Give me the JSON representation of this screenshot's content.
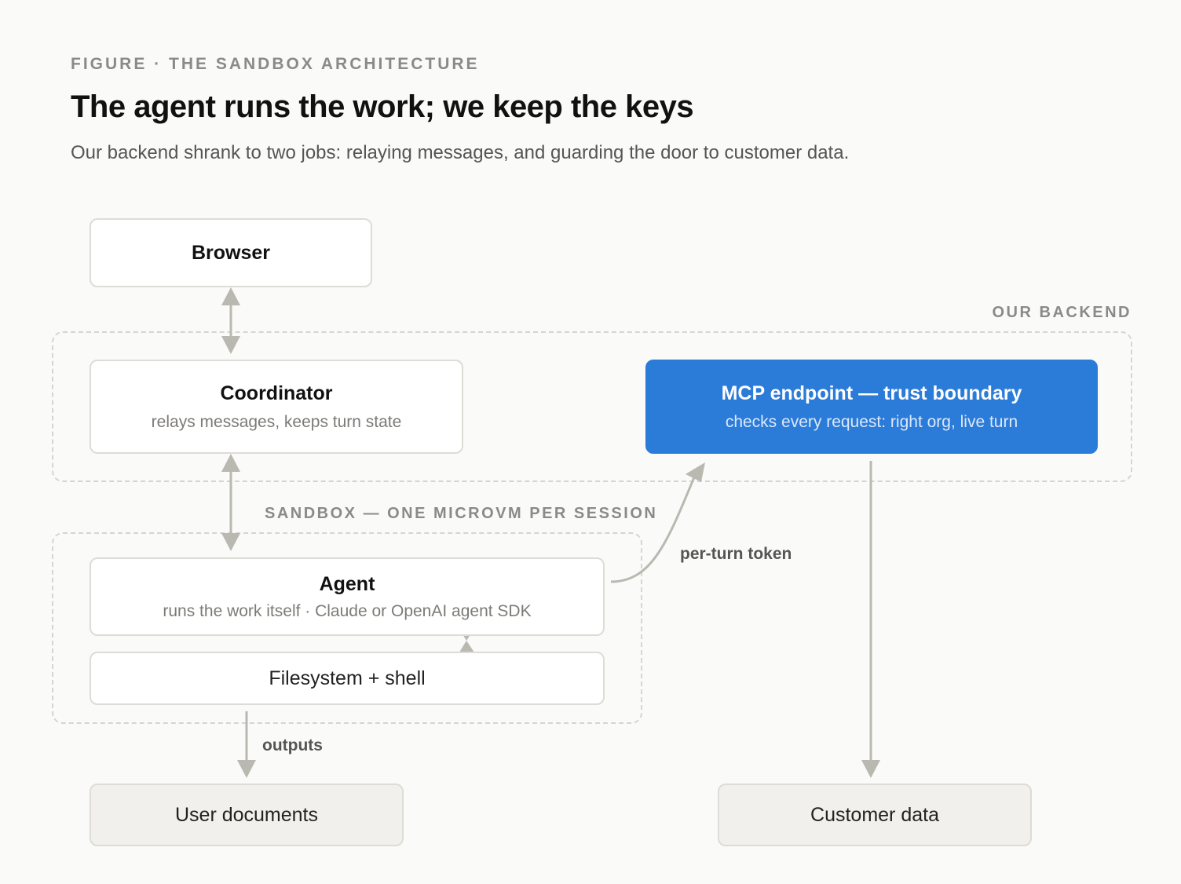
{
  "header": {
    "eyebrow": "FIGURE · THE SANDBOX ARCHITECTURE",
    "title": "The agent runs the work; we keep the keys",
    "subtitle": "Our backend shrank to two jobs: relaying messages, and guarding the door to customer data."
  },
  "regions": {
    "backend": {
      "label": "OUR BACKEND"
    },
    "sandbox": {
      "label": "SANDBOX — ONE MICROVM PER SESSION"
    }
  },
  "nodes": {
    "browser": {
      "title": "Browser"
    },
    "coordinator": {
      "title": "Coordinator",
      "subtitle": "relays messages, keeps turn state"
    },
    "mcp": {
      "title": "MCP endpoint — trust boundary",
      "subtitle": "checks every request: right org, live turn"
    },
    "agent": {
      "title": "Agent",
      "subtitle": "runs the work itself · Claude or OpenAI agent SDK"
    },
    "filesystem": {
      "title": "Filesystem + shell"
    },
    "user_docs": {
      "title": "User documents"
    },
    "customer_data": {
      "title": "Customer data"
    }
  },
  "edges": {
    "per_turn_token": "per-turn token",
    "outputs": "outputs"
  },
  "colors": {
    "accent": "#2b7bd8",
    "arrow": "#b9b8b1",
    "region_border": "#d6d5d0"
  }
}
